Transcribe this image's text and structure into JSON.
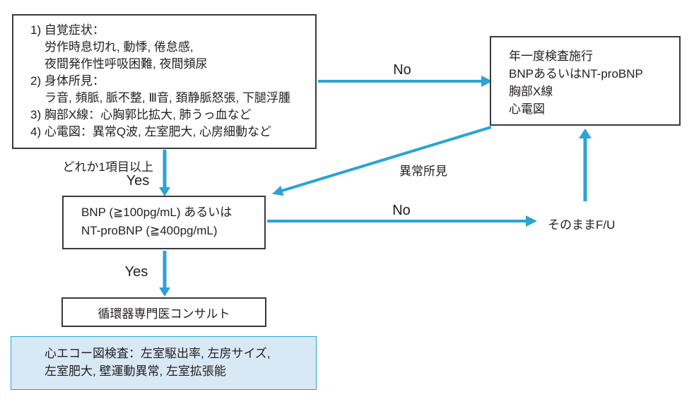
{
  "colors": {
    "accent": "#2aa3d5",
    "box_border": "#3a3a3a",
    "text": "#231f20",
    "echo_fill": "#d8e8f5",
    "background": "#ffffff"
  },
  "boxes": {
    "symptoms": {
      "lines": [
        "1) 自覚症状：",
        "労作時息切れ, 動悸, 倦怠感,",
        "夜間発作性呼吸困難, 夜間頻尿",
        "2) 身体所見：",
        "ラ音, 頻脈, 脈不整, Ⅲ音, 頚静脈怒張, 下腿浮腫",
        "3) 胸部X線：心胸郭比拡大, 肺うっ血など",
        "4) 心電図：異常Q波, 左室肥大, 心房細動など"
      ]
    },
    "annual_check": {
      "lines": [
        "年一度検査施行",
        "BNPあるいはNT-proBNP",
        "胸部X線",
        "心電図"
      ]
    },
    "bnp_threshold": {
      "lines": [
        "BNP (≧100pg/mL) あるいは",
        "NT-proBNP (≧400pg/mL)"
      ]
    },
    "consult": {
      "text": "循環器専門医コンサルト"
    },
    "echo": {
      "lines": [
        "心エコー図検査：左室駆出率, 左房サイズ,",
        "左室肥大, 壁運動異常, 左室拡張能"
      ]
    }
  },
  "labels": {
    "no_1": "No",
    "more_than_one": "どれか1項目以上",
    "yes_1": "Yes",
    "abnormal_finding": "異常所見",
    "no_2": "No",
    "follow_up": "そのままF/U",
    "yes_2": "Yes"
  }
}
